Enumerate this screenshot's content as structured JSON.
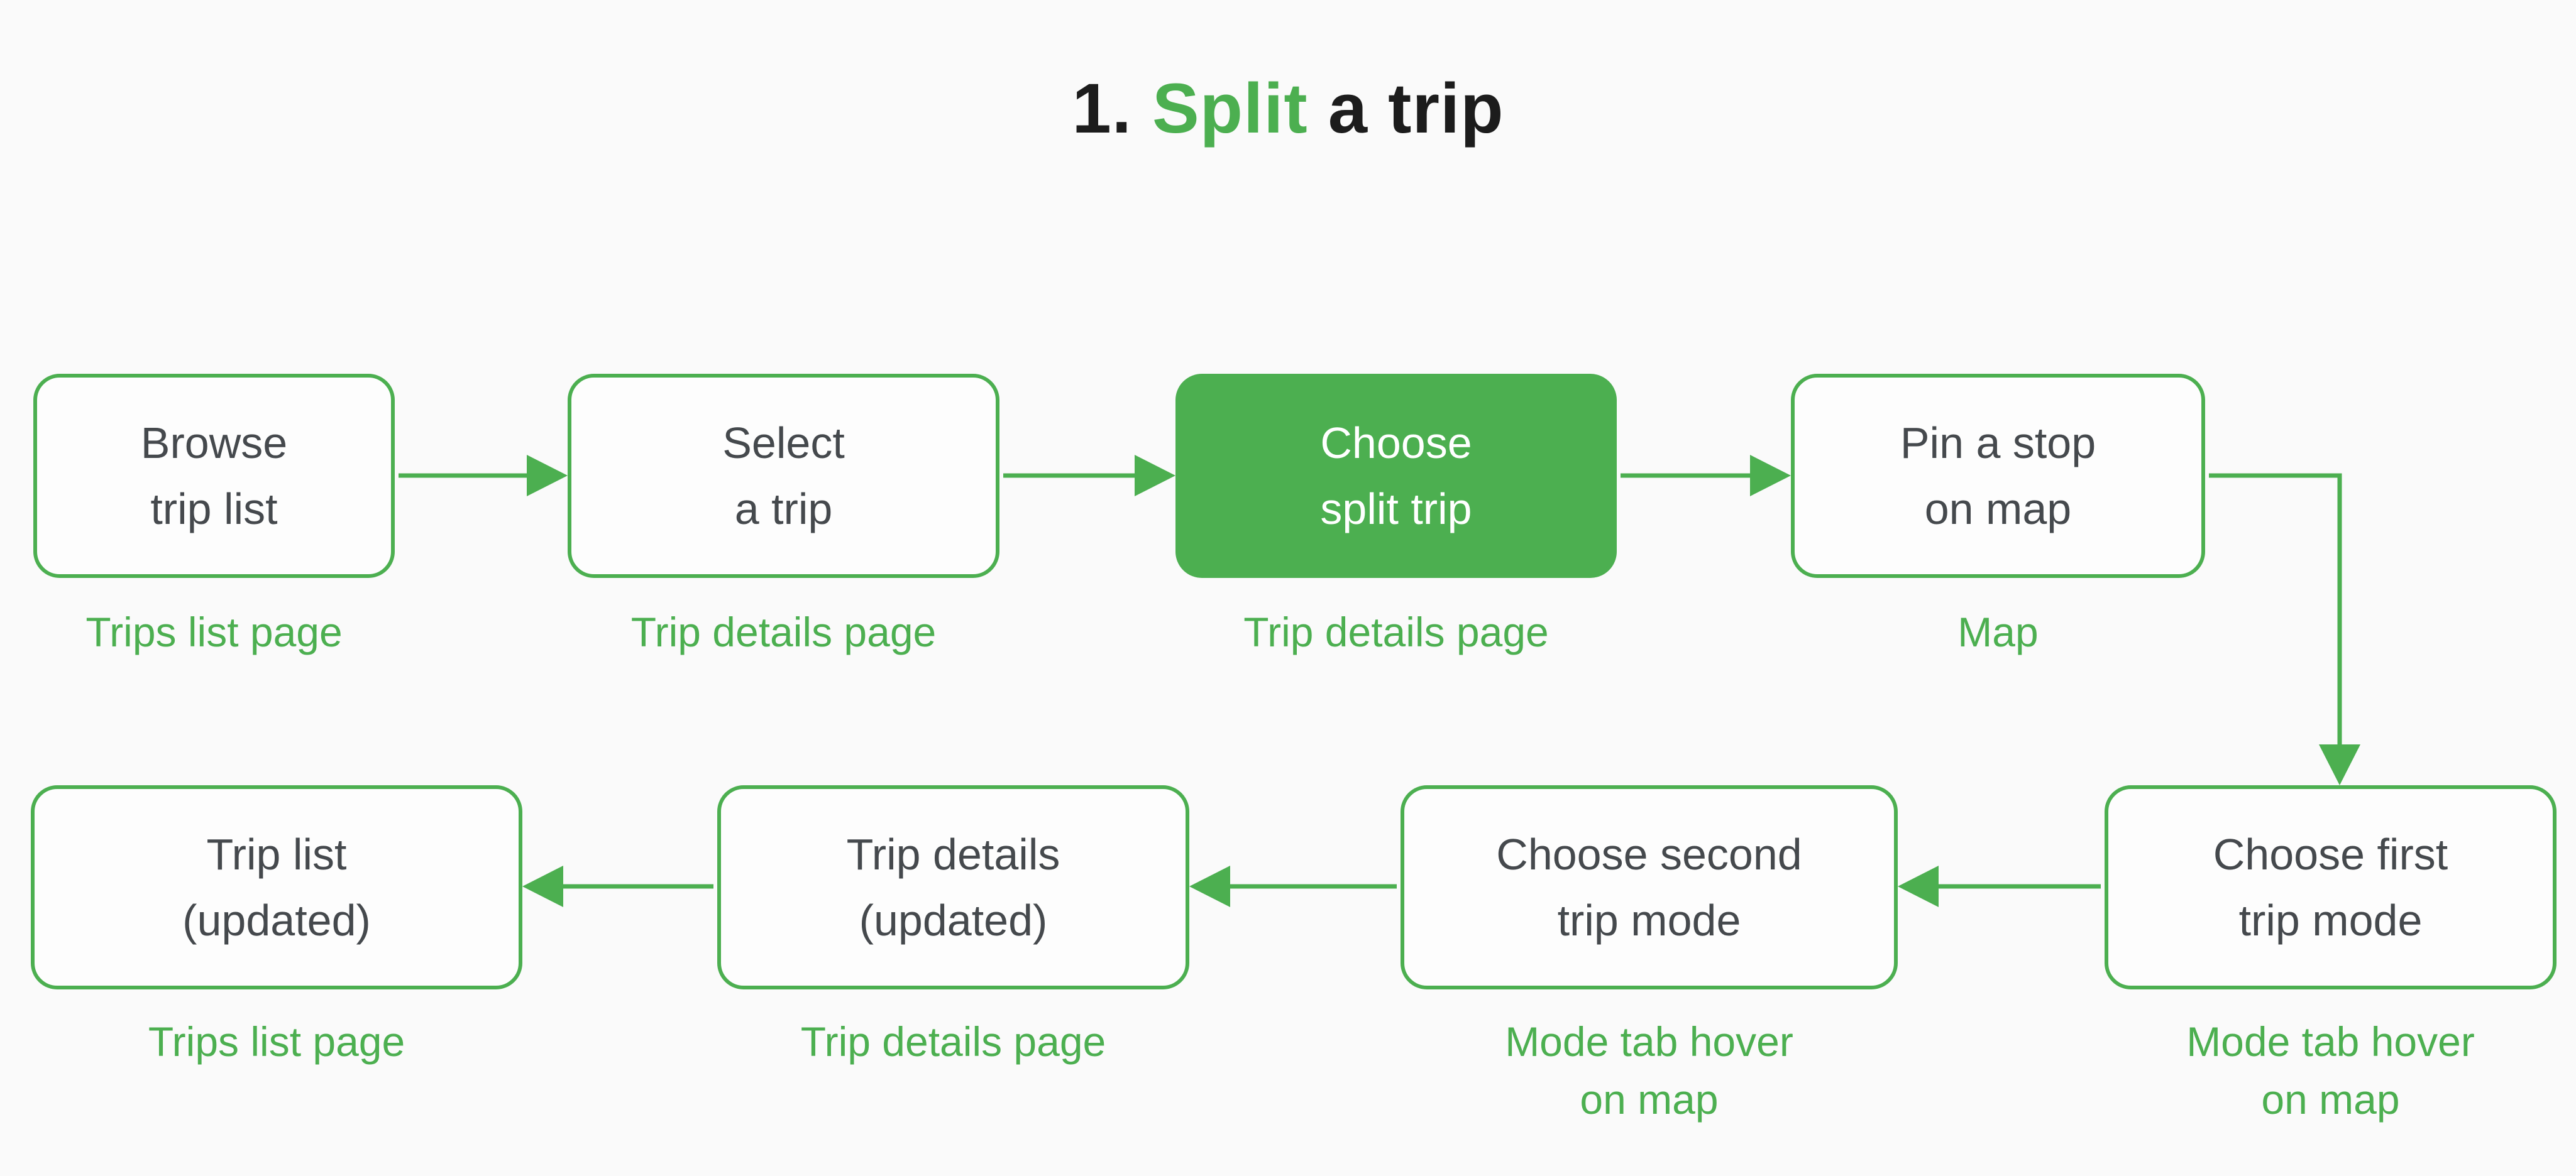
{
  "title": {
    "number": "1.",
    "highlight": "Split",
    "rest": " a trip"
  },
  "colors": {
    "green": "#4caf50",
    "background": "#fafafa",
    "node_fill": "#fdfdfd",
    "node_text": "#45494d",
    "title_text": "#1c1c1c"
  },
  "nodes": {
    "browse_trip_list": {
      "label": "Browse\ntrip list",
      "caption": "Trips list page",
      "variant": "outline"
    },
    "select_a_trip": {
      "label": "Select\na trip",
      "caption": "Trip details page",
      "variant": "outline"
    },
    "choose_split_trip": {
      "label": "Choose\nsplit trip",
      "caption": "Trip details page",
      "variant": "filled"
    },
    "pin_a_stop": {
      "label": "Pin a stop\non map",
      "caption": "Map",
      "variant": "outline"
    },
    "trip_list_updated": {
      "label": "Trip list\n(updated)",
      "caption": "Trips list page",
      "variant": "outline"
    },
    "trip_details_updated": {
      "label": "Trip details\n(updated)",
      "caption": "Trip details page",
      "variant": "outline"
    },
    "choose_second_mode": {
      "label": "Choose second\ntrip mode",
      "caption": "Mode tab hover\non map",
      "variant": "outline"
    },
    "choose_first_mode": {
      "label": "Choose first\ntrip mode",
      "caption": "Mode tab hover\non map",
      "variant": "outline"
    }
  },
  "arrows": [
    {
      "name": "arrow-browse-to-select",
      "direction": "right"
    },
    {
      "name": "arrow-select-to-choose-split",
      "direction": "right"
    },
    {
      "name": "arrow-choose-split-to-pin",
      "direction": "right"
    },
    {
      "name": "arrow-pin-to-choose-first",
      "direction": "elbow-down"
    },
    {
      "name": "arrow-first-to-second-mode",
      "direction": "left"
    },
    {
      "name": "arrow-second-to-trip-details",
      "direction": "left"
    },
    {
      "name": "arrow-trip-details-to-trip-list",
      "direction": "left"
    }
  ]
}
